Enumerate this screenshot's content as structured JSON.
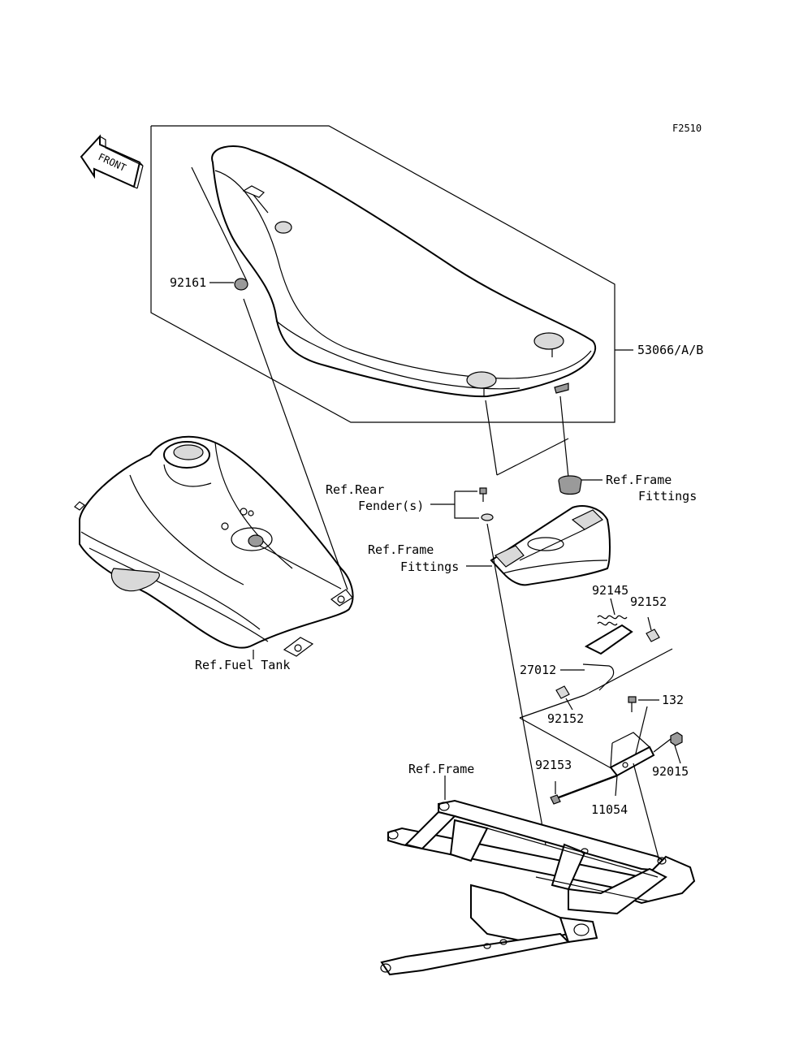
{
  "figure_code": "F2510",
  "direction_indicator": "FRONT",
  "callouts": {
    "seat_assy": "53066/A/B",
    "seat_damper": "92161",
    "rear_fender_ref_line1": "Ref.Rear",
    "rear_fender_ref_line2": "Fender(s)",
    "frame_fittings_upper_line1": "Ref.Frame",
    "frame_fittings_upper_line2": "Fittings",
    "frame_fittings_lower_line1": "Ref.Frame",
    "frame_fittings_lower_line2": "Fittings",
    "fuel_tank_ref": "Ref.Fuel Tank",
    "spring": "92145",
    "collar_upper": "92152",
    "hook_lever": "27012",
    "collar_lower": "92152",
    "bolt_132": "132",
    "nut": "92015",
    "shaft": "92153",
    "bracket": "11054",
    "frame_ref": "Ref.Frame"
  }
}
